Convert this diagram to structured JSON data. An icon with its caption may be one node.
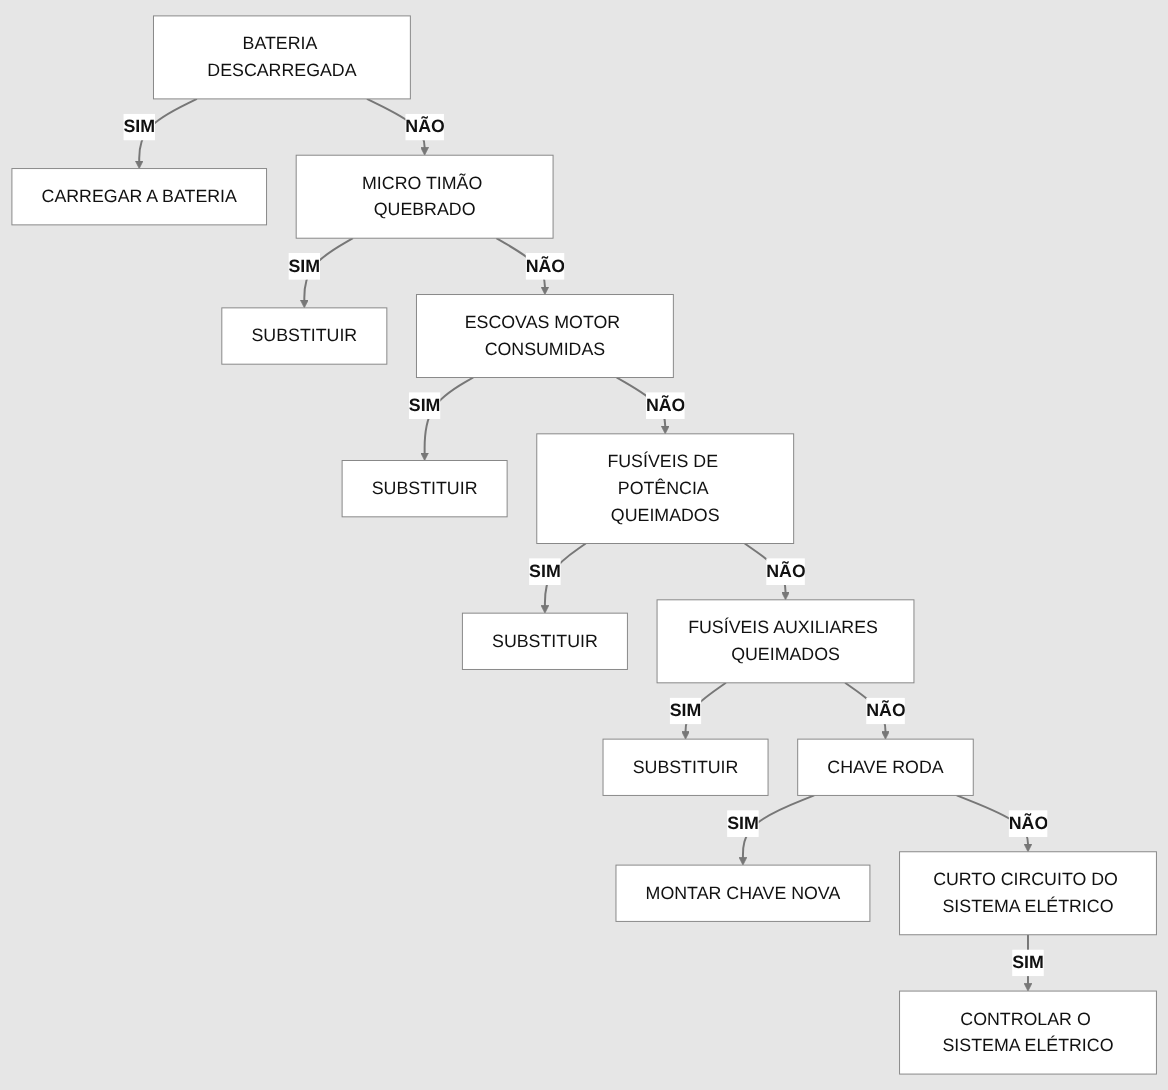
{
  "diagram": {
    "nodes": [
      {
        "text": [
          "BATERIA DESCARREGADA"
        ]
      },
      {
        "text": [
          "CARREGAR A BATERIA"
        ]
      },
      {
        "text": [
          "MICRO TIMÃO QUEBRADO"
        ]
      },
      {
        "text": [
          "SUBSTITUIR"
        ]
      },
      {
        "text": [
          "ESCOVAS MOTOR CONSUMIDAS"
        ]
      },
      {
        "text": [
          "SUBSTITUIR"
        ]
      },
      {
        "text": [
          "FUSÍVEIS DE POTÊNCIA QUEIMADOS"
        ]
      },
      {
        "text": [
          "SUBSTITUIR"
        ]
      },
      {
        "text": [
          "FUSÍVEIS AUXILIARES QUEIMADOS"
        ]
      },
      {
        "text": [
          "SUBSTITUIR"
        ]
      },
      {
        "text": [
          "CHAVE RODA"
        ]
      },
      {
        "text": [
          "MONTAR CHAVE NOVA"
        ]
      },
      {
        "text": [
          "CURTO CIRCUITO DO SISTEMA ELÉTRICO"
        ]
      },
      {
        "text": [
          "CONTROLAR O SISTEMA ELÉTRICO"
        ]
      }
    ],
    "edges": [
      {
        "from": 0,
        "to": 1,
        "arrow": "to",
        "label": "SIM"
      },
      {
        "from": 0,
        "to": 2,
        "arrow": "to",
        "label": "NÃO"
      },
      {
        "from": 2,
        "to": 3,
        "arrow": "to",
        "label": "SIM"
      },
      {
        "from": 2,
        "to": 4,
        "arrow": "to",
        "label": "NÃO"
      },
      {
        "from": 4,
        "to": 5,
        "arrow": "to",
        "label": "SIM"
      },
      {
        "from": 4,
        "to": 6,
        "arrow": "to",
        "label": "NÃO"
      },
      {
        "from": 6,
        "to": 7,
        "arrow": "to",
        "label": "SIM"
      },
      {
        "from": 6,
        "to": 8,
        "arrow": "to",
        "label": "NÃO"
      },
      {
        "from": 8,
        "to": 9,
        "arrow": "to",
        "label": "SIM"
      },
      {
        "from": 8,
        "to": 10,
        "arrow": "to",
        "label": "NÃO"
      },
      {
        "from": 10,
        "to": 11,
        "arrow": "to",
        "label": "SIM"
      },
      {
        "from": 10,
        "to": 12,
        "arrow": "to",
        "label": "NÃO"
      },
      {
        "from": 12,
        "to": 13,
        "arrow": "to",
        "label": "SIM"
      }
    ]
  }
}
